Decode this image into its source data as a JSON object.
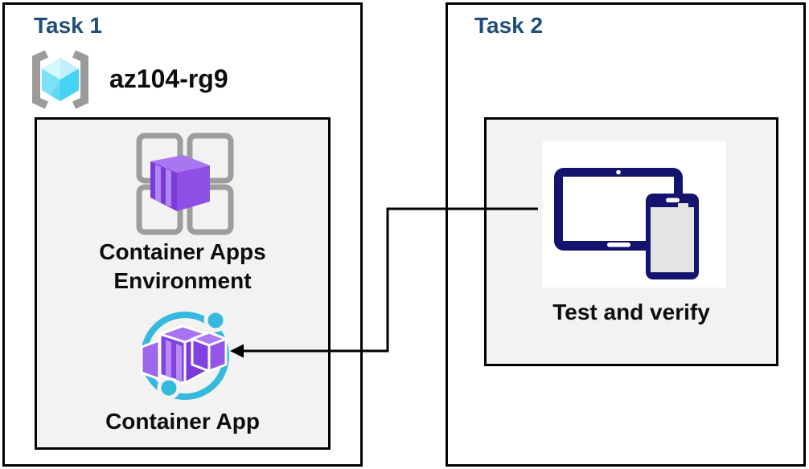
{
  "task1": {
    "title": "Task 1",
    "resource_group": {
      "name": "az104-rg9",
      "icon": "azure-resource-group-icon"
    },
    "environment": {
      "label": "Container Apps Environment",
      "icon": "container-apps-environment-icon"
    },
    "container_app": {
      "label": "Container App",
      "icon": "container-app-icon"
    }
  },
  "task2": {
    "title": "Task 2",
    "test_and_verify": {
      "label": "Test and verify",
      "icon": "tablet-and-phone-devices-icon"
    }
  },
  "connector": {
    "shape": "elbow",
    "from": "test-and-verify-icon",
    "to": "container-app-icon",
    "arrowhead": "left"
  },
  "colors": {
    "task_title_navy": "#1F4E79",
    "box_border": "#000000",
    "inner_box_fill": "#F2F2F2",
    "label_text": "#0D0D0D",
    "device_navy": "#14146E",
    "container_purple": "#8B4BE5",
    "container_purple_dark": "#7C3AD8",
    "container_purple_light": "#A876F0",
    "ring_cyan": "#35B9DC",
    "cube_cyan_top": "#C0F0FD",
    "cube_cyan_left": "#7EE1F8",
    "cube_cyan_right": "#46D2F3",
    "bracket_gray": "#9B9B9B",
    "grid_gray": "#9D9D9D"
  }
}
